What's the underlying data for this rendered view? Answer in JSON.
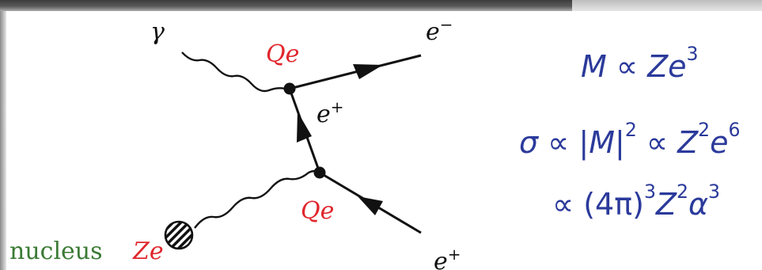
{
  "diagram": {
    "photon_label": "γ",
    "electron_label": "e",
    "electron_sup": "−",
    "internal_positron_label": "e",
    "internal_positron_sup": "+",
    "outgoing_positron_label": "e",
    "outgoing_positron_sup": "+",
    "vertex_top_coupling": "Qe",
    "vertex_bottom_coupling": "Qe",
    "nucleus_word": "nucleus",
    "nucleus_charge": "Ze"
  },
  "formulas": {
    "matrix_element": {
      "lhs": "M",
      "rel": " ∝ ",
      "rhs": "Ze",
      "rhs_sup": "3"
    },
    "cross_section": {
      "lhs": "σ",
      "rel1": " ∝ |",
      "m": "M",
      "abs_close": "|",
      "sup1": "2",
      "rel2": " ∝ ",
      "z": "Z",
      "sup2": "2",
      "e": "e",
      "sup3": "6"
    },
    "alpha_form": {
      "rel": "∝ (4π)",
      "sup1": "3",
      "z": "Z",
      "sup2": "2",
      "alpha": "α",
      "sup3": "3"
    }
  },
  "colors": {
    "coupling_red": "#e0262c",
    "nucleus_green": "#3a7a34",
    "formula_blue": "#2b3a9b",
    "line_black": "#111111"
  }
}
